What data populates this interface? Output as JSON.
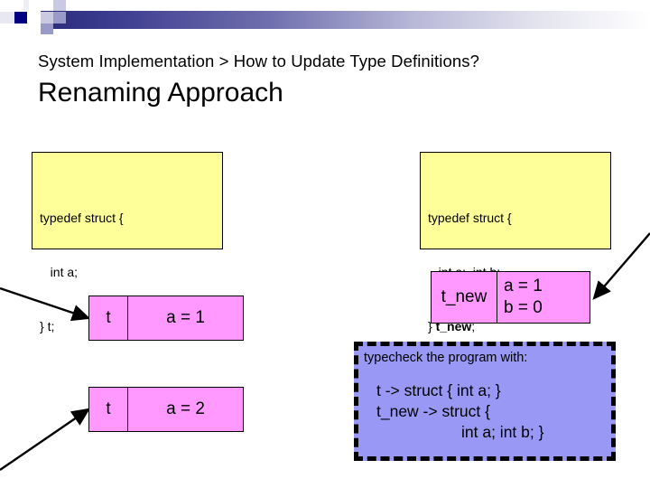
{
  "slide": {
    "breadcrumb": "System Implementation > How to Update Type Definitions?",
    "title": "Renaming Approach"
  },
  "colors": {
    "code_box_fill": "#FFFF99",
    "pink_fill": "#FF99FF",
    "blue_fill": "#9999F5",
    "border": "#000000",
    "band_dark": "#2A2A7A"
  },
  "code_boxes": [
    {
      "name": "old-typedef",
      "lines": [
        "typedef struct {",
        "   int a;",
        "} t;"
      ],
      "bold_token": ""
    },
    {
      "name": "new-typedef",
      "line1": "typedef struct {",
      "line2": "   int a;  int b;",
      "line3_prefix": "} ",
      "line3_bold": "t_new",
      "line3_suffix": ";"
    }
  ],
  "pink_tables": [
    {
      "name": "instance-t-1",
      "type_label": "t",
      "fields": "a = 1"
    },
    {
      "name": "instance-t-2",
      "type_label": "t",
      "fields": "a = 2"
    },
    {
      "name": "instance-t-new",
      "type_label": "t_new",
      "field1": "a = 1",
      "field2": "b = 0"
    }
  ],
  "typecheck": {
    "title": "typecheck the program with:",
    "line1": "t -> struct { int a; }",
    "line2": "t_new -> struct {",
    "line3": "int a; int b; }"
  }
}
